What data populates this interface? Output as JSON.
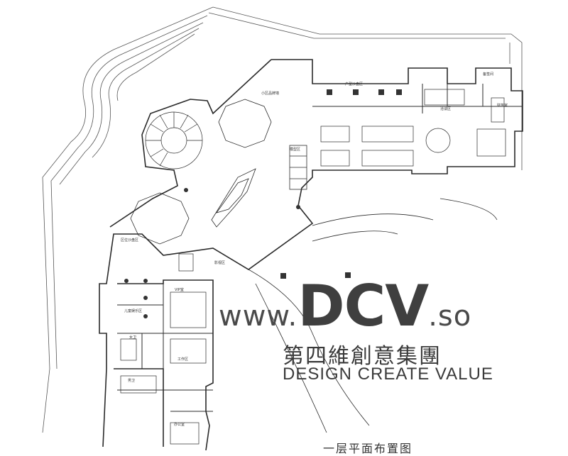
{
  "watermark": {
    "url_prefix": "www.",
    "brand": "DCV",
    "url_suffix": ".so",
    "chinese_name": "第四維創意集團",
    "english_tagline": "DESIGN CREATE VALUE",
    "color": "#3f3f3f"
  },
  "plan": {
    "title": "一层平面布置图",
    "room_labels": [
      "小区品牌墙",
      "户型沙盘区",
      "备签间",
      "洽谈区",
      "财务室",
      "模型区",
      "区位沙盘区",
      "影视区",
      "儿童娱乐区",
      "女卫",
      "男卫",
      "VIP室",
      "工作区",
      "办公室"
    ],
    "line_color": "#2a2a2a"
  }
}
